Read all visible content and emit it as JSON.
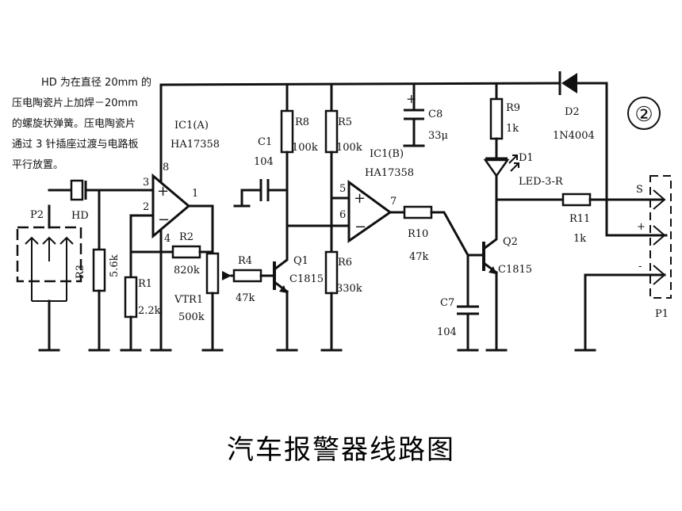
{
  "figure": {
    "circle_number": "②",
    "caption": "汽车报警器线路图"
  },
  "note": {
    "lines": [
      "HD 为在直径 20mm 的",
      "压电陶瓷片上加焊－20mm",
      "的螺旋状弹簧。压电陶瓷片",
      "通过 3 针插座过渡与电路板",
      "平行放置。"
    ]
  },
  "opamp_a": {
    "ref": "IC1(A)",
    "part": "HA17358",
    "pin_plus": "3",
    "pin_minus": "2",
    "pin_out": "1",
    "pin_vcc": "8",
    "pin_gnd": "4"
  },
  "opamp_b": {
    "ref": "IC1(B)",
    "part": "HA17358",
    "pin_plus": "5",
    "pin_minus": "6",
    "pin_out": "7"
  },
  "components": {
    "r1": {
      "ref": "R1",
      "value": "2.2k"
    },
    "r2": {
      "ref": "R2",
      "value": "820k"
    },
    "r3": {
      "ref": "R3",
      "value": "5.6k"
    },
    "r4": {
      "ref": "R4",
      "value": "47k"
    },
    "r5": {
      "ref": "R5",
      "value": "100k"
    },
    "r6": {
      "ref": "R6",
      "value": "330k"
    },
    "r8": {
      "ref": "R8",
      "value": "100k"
    },
    "r9": {
      "ref": "R9",
      "value": "1k"
    },
    "r10": {
      "ref": "R10",
      "value": "47k"
    },
    "r11": {
      "ref": "R11",
      "value": "1k"
    },
    "vtr1": {
      "ref": "VTR1",
      "value": "500k"
    },
    "c1": {
      "ref": "C1",
      "value": "104"
    },
    "c7": {
      "ref": "C7",
      "value": "104"
    },
    "c8": {
      "ref": "C8",
      "value": "33μ"
    },
    "q1": {
      "ref": "Q1",
      "value": "C1815"
    },
    "q2": {
      "ref": "Q2",
      "value": "C1815"
    },
    "d1": {
      "ref": "D1",
      "value": "LED-3-R"
    },
    "d2": {
      "ref": "D2",
      "value": "1N4004"
    },
    "hd": {
      "ref": "HD"
    },
    "p2": {
      "ref": "P2"
    },
    "p1": {
      "ref": "P1"
    }
  },
  "connector_p1": {
    "pin_s": "S",
    "pin_plus": "+",
    "pin_minus": "-"
  }
}
